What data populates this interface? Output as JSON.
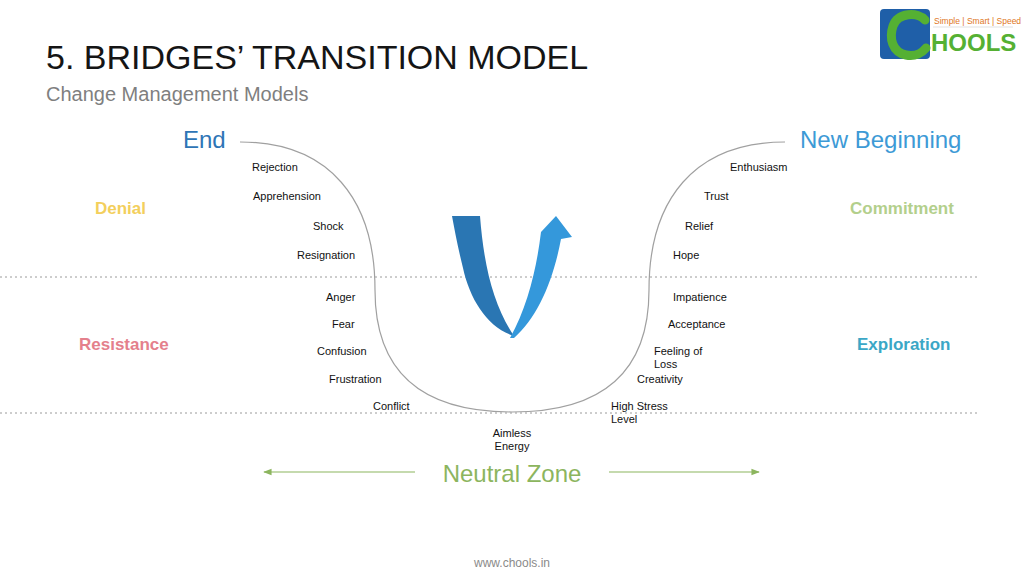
{
  "diagram": {
    "title": "5. BRIDGES’ TRANSITION MODEL",
    "labels": [
      "Change Management Models",
      "Simple | Smart | Speed",
      "HOOLS",
      "End",
      "New Beginning",
      "Denial",
      "Commitment",
      "Rejection",
      "Enthusiasm",
      "Apprehension",
      "Trust",
      "Shock",
      "Relief",
      "Resignation",
      "Hope",
      "Anger",
      "Impatience",
      "Fear",
      "Acceptance",
      "Resistance",
      "Exploration",
      "Confusion",
      "Feeling of Loss",
      "Frustration",
      "Creativity",
      "Conflict",
      "High Stress Level",
      "Aimless Energy",
      "Neutral Zone",
      "www.chools.in"
    ]
  }
}
